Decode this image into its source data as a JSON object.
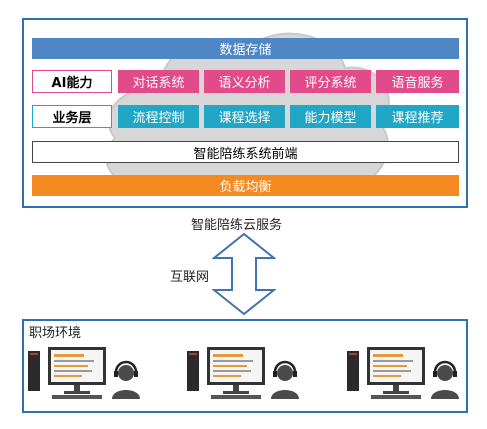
{
  "cloud_service": {
    "storage": "数据存储",
    "ai_row": {
      "label": "AI能力",
      "items": [
        "对话系统",
        "语义分析",
        "评分系统",
        "语音服务"
      ]
    },
    "business_row": {
      "label": "业务层",
      "items": [
        "流程控制",
        "课程选择",
        "能力模型",
        "课程推荐"
      ]
    },
    "frontend": "智能陪练系统前端",
    "load_balance": "负载均衡",
    "caption": "智能陪练云服务"
  },
  "connection": {
    "label": "互联网"
  },
  "workplace": {
    "title": "职场环境",
    "station_count": 3
  },
  "colors": {
    "border_blue": "#2f6fb6",
    "storage_blue": "#4f86c6",
    "pink": "#e24b8a",
    "teal": "#21a6c6",
    "orange": "#f58a21",
    "cloud_gray": "#d7d7d7"
  }
}
